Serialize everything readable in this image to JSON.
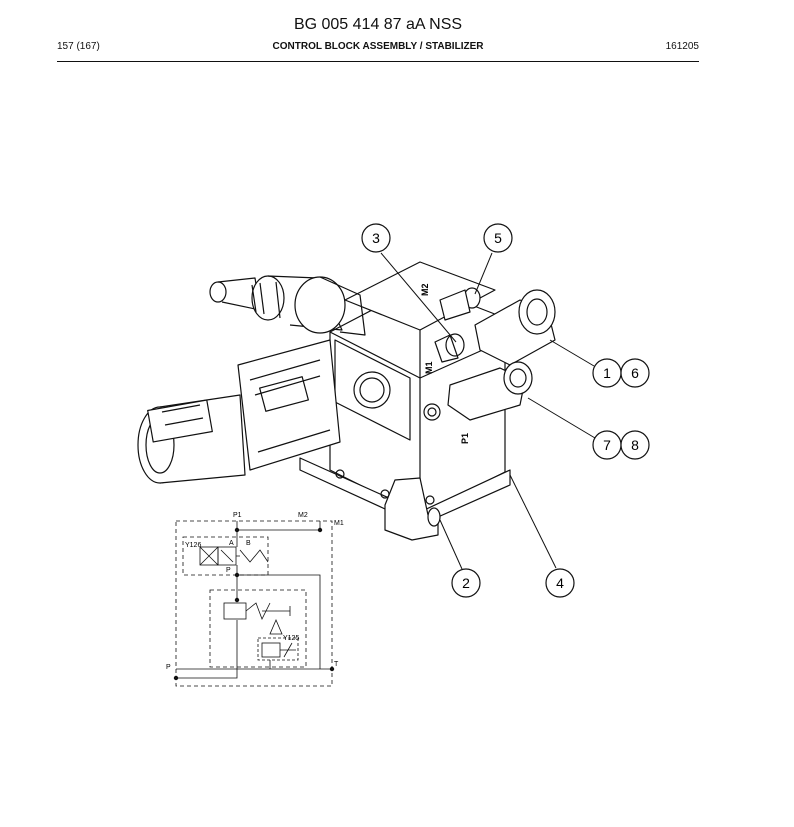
{
  "header": {
    "doc_title": "BG 005 414 87 aA NSS",
    "page_number": "157 (167)",
    "section_title": "CONTROL BLOCK ASSEMBLY / STABILIZER",
    "doc_date": "161205"
  },
  "callouts": [
    "3",
    "5",
    "1",
    "6",
    "7",
    "8",
    "2",
    "4"
  ],
  "port_marks": {
    "m2": "M2",
    "m1": "M1",
    "p1": "P1"
  },
  "schematic": {
    "p1": "P1",
    "m2": "M2",
    "m1": "M1",
    "y126": "Y126",
    "y125": "Y125",
    "a": "A",
    "b": "B",
    "p_small": "P",
    "p": "P",
    "t": "T"
  }
}
